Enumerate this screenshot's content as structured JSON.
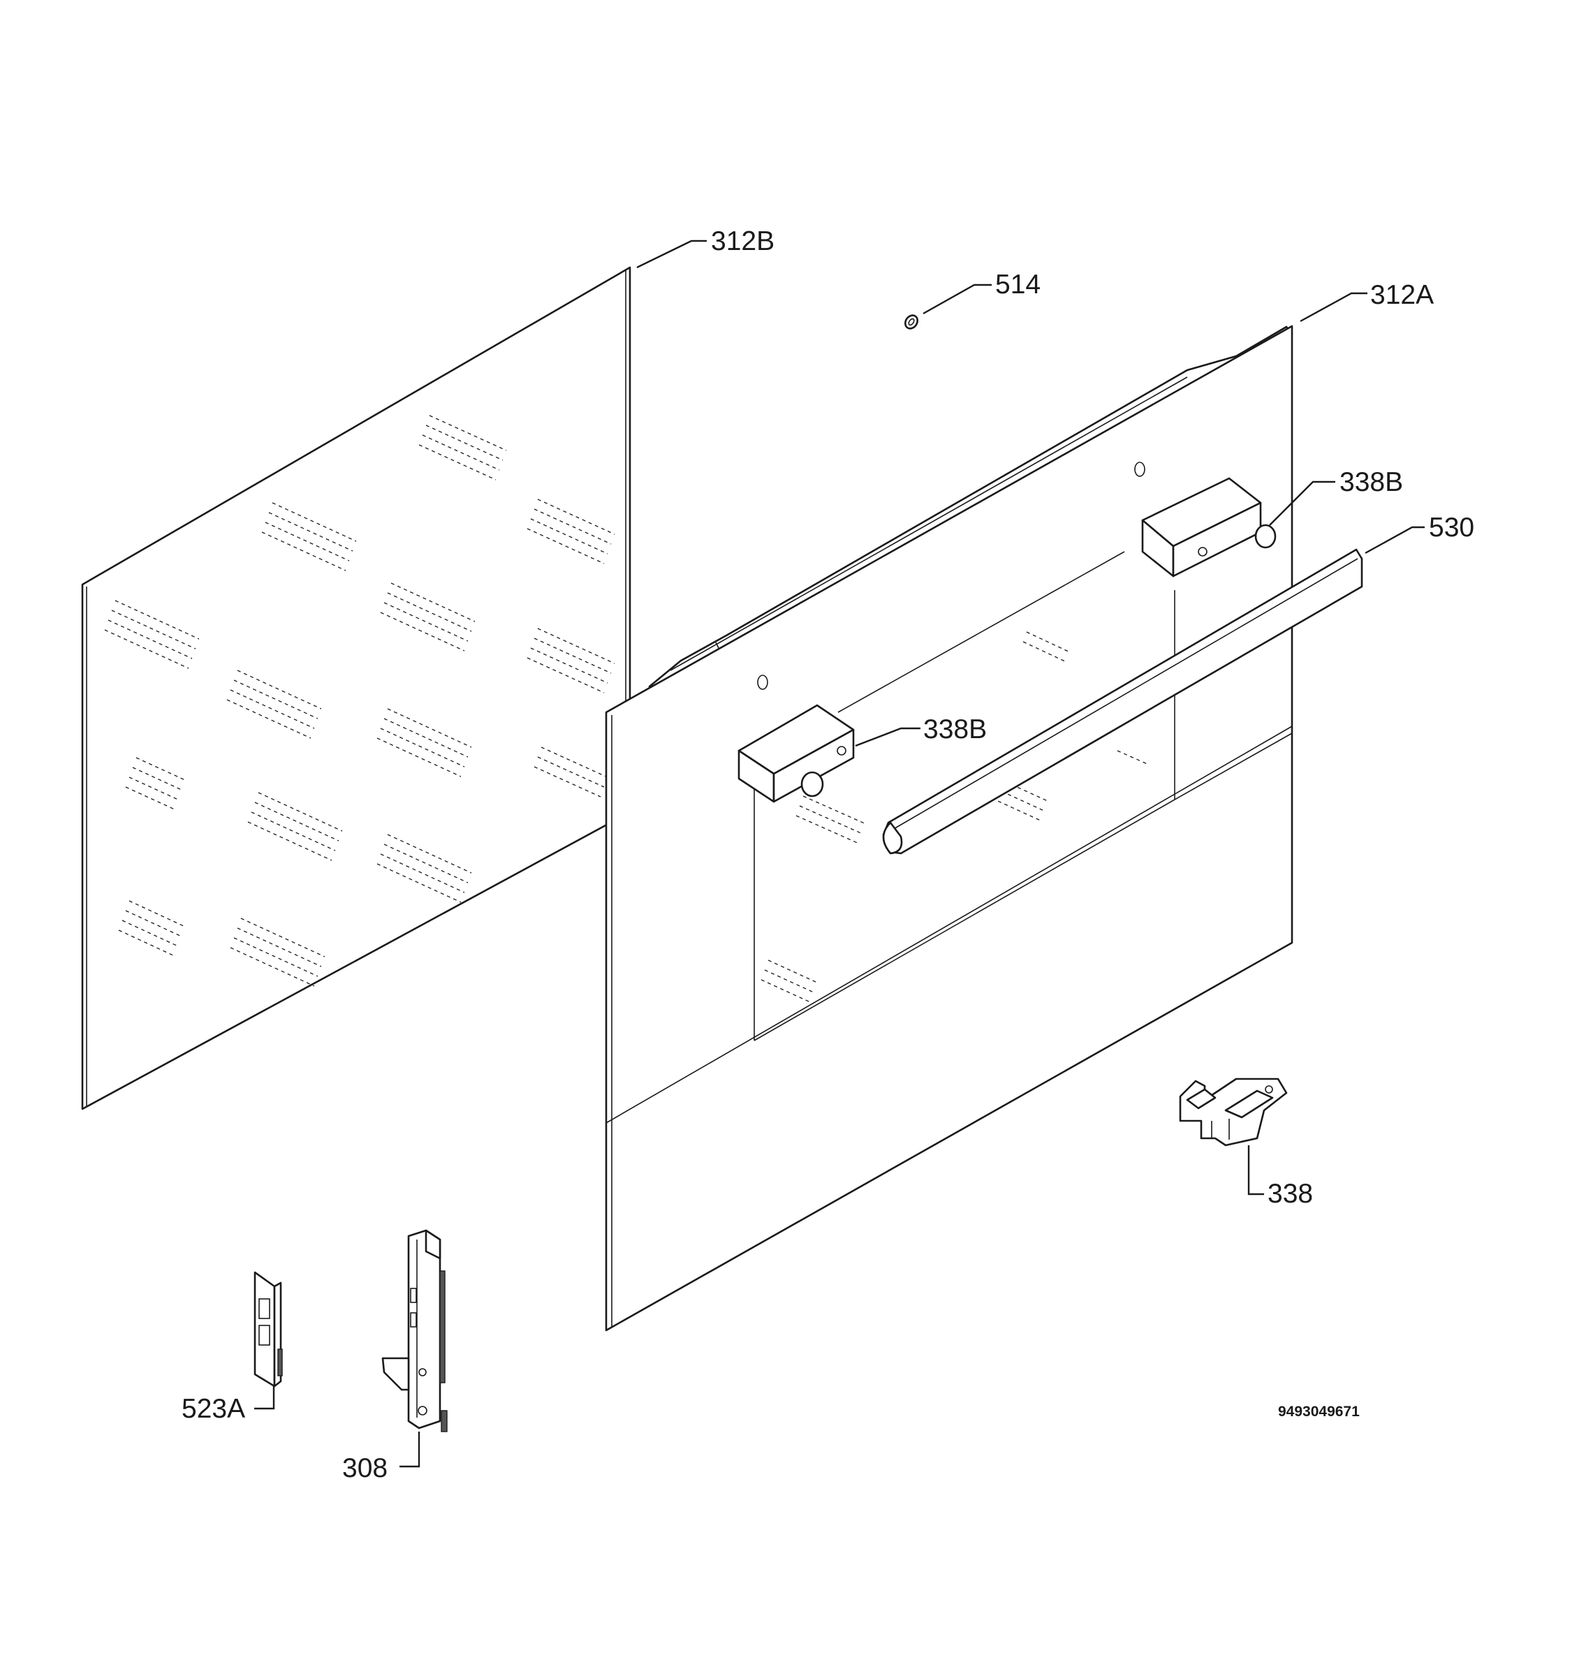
{
  "drawing": {
    "catalog_number": "9493049671"
  },
  "callouts": {
    "glass_inner": "312B",
    "screw": "514",
    "door_outer": "312A",
    "hinge_cover_right": "338B",
    "hinge_cover_left": "338B",
    "handle": "530",
    "catch": "338",
    "hinge_small": "523A",
    "hinge_large": "308"
  },
  "colors": {
    "line": "#1a1a1a",
    "background": "#ffffff"
  }
}
